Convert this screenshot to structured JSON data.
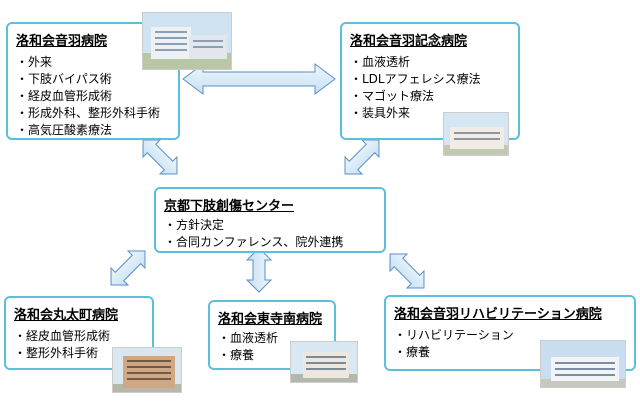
{
  "hospitals": {
    "otowa": {
      "title": "洛和会音羽病院",
      "items": [
        "・外来",
        "・下肢バイパス術",
        "・経皮血管形成術",
        "・形成外科、整形外科手術",
        "・高気圧酸素療法"
      ]
    },
    "otowa_kinen": {
      "title": "洛和会音羽記念病院",
      "items": [
        "・血液透析",
        "・LDLアフェレシス療法",
        "・マゴット療法",
        "・装具外来"
      ]
    },
    "center": {
      "title": "京都下肢創傷センター",
      "items": [
        "・方針決定",
        "・合同カンファレンス、院外連携"
      ]
    },
    "marutamachi": {
      "title": "洛和会丸太町病院",
      "items": [
        "・経皮血管形成術",
        "・整形外科手術"
      ]
    },
    "higashi": {
      "title": "洛和会東寺南病院",
      "items": [
        "・血液透析",
        "・療養"
      ]
    },
    "rehab": {
      "title": "洛和会音羽リハビリテーション病院",
      "items": [
        "・リハビリテーション",
        "・療養"
      ]
    }
  },
  "colors": {
    "border": "#5bc0de",
    "arrow_fill": "#dceef8",
    "arrow_stroke": "#5b8fc7"
  }
}
